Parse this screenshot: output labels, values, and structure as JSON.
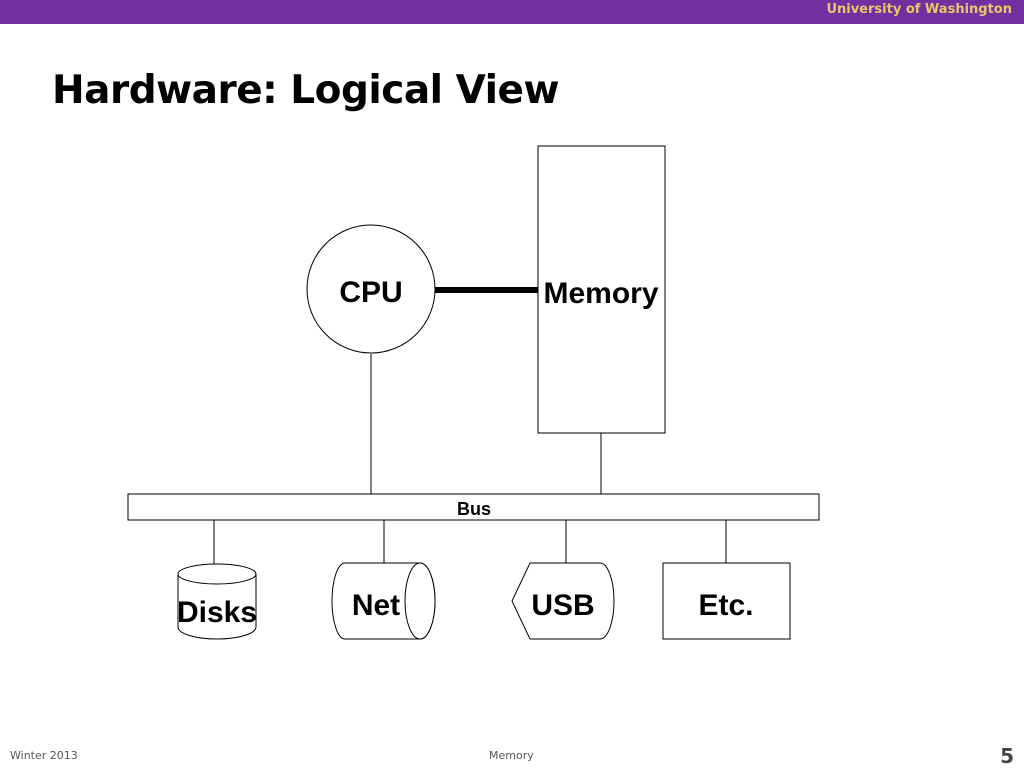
{
  "header": {
    "institution": "University of Washington",
    "accent_color": "#7030a0",
    "institution_color": "#e8c66a"
  },
  "slide": {
    "title": "Hardware: Logical View"
  },
  "diagram": {
    "cpu_label": "CPU",
    "memory_label": "Memory",
    "bus_label": "Bus",
    "devices": {
      "disks": "Disks",
      "net": "Net",
      "usb": "USB",
      "etc": "Etc."
    }
  },
  "footer": {
    "term": "Winter 2013",
    "topic": "Memory",
    "page_number": "5"
  }
}
